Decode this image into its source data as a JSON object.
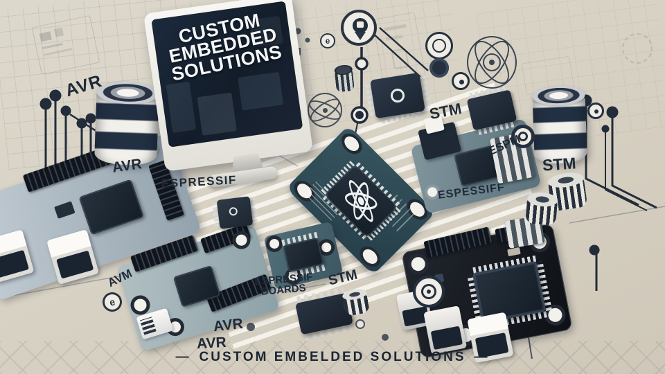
{
  "monitor": {
    "line1": "CUSTOM",
    "line2": "EMBEDDED",
    "line3": "SOLUTIONS"
  },
  "labels": {
    "avr_top_left": "AVR",
    "avr_left_cylinder": "AVR",
    "espressif_left": "ESPRESSIF",
    "stm_top_right": "STM",
    "espm_right": "ESPM",
    "stm_right": "STM",
    "espessiff_right": "ESPESSIFF",
    "espressif_boards_line1": "ESPRESSIF",
    "espressif_boards_line2": "BOARDS",
    "stm_center": "STM",
    "avm_left": "AVM",
    "avr_center_upper": "AVR",
    "avr_center_lower": "AVR"
  },
  "footer": {
    "dash": "—",
    "text": "CUSTOM EMBELDED SOLUTIONS"
  },
  "icons": {
    "espressif_e": "e"
  },
  "colors": {
    "background": "#d8d2c4",
    "ink": "#202a38",
    "screen_navy": "#16222f",
    "pcb_dark_teal": "#2e4c55",
    "pcb_light": "#aebdc6",
    "pcb_black": "#14171c",
    "stripe_white": "#f6f4ec",
    "silver": "#d8dbdb"
  }
}
